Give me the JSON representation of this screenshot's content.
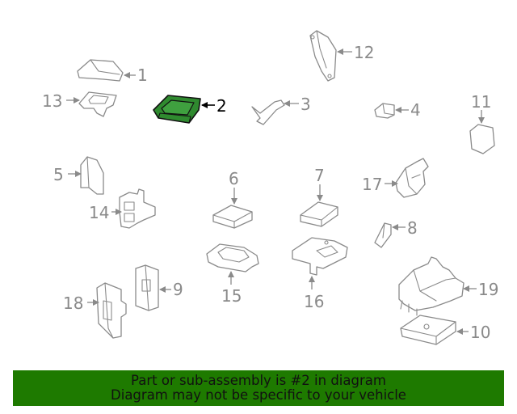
{
  "callouts": {
    "c1": "1",
    "c2": "2",
    "c3": "3",
    "c4": "4",
    "c5": "5",
    "c6": "6",
    "c7": "7",
    "c8": "8",
    "c9": "9",
    "c10": "10",
    "c11": "11",
    "c12": "12",
    "c13": "13",
    "c14": "14",
    "c15": "15",
    "c16": "16",
    "c17": "17",
    "c18": "18",
    "c19": "19"
  },
  "highlighted_part": "2",
  "colors": {
    "highlight": "#2f8a2f",
    "banner": "#1e7a00",
    "part_line": "#8a8a8a"
  },
  "banner": {
    "line1": "Part or sub-assembly is #2 in diagram",
    "line2": "Diagram may not be specific to your vehicle"
  }
}
